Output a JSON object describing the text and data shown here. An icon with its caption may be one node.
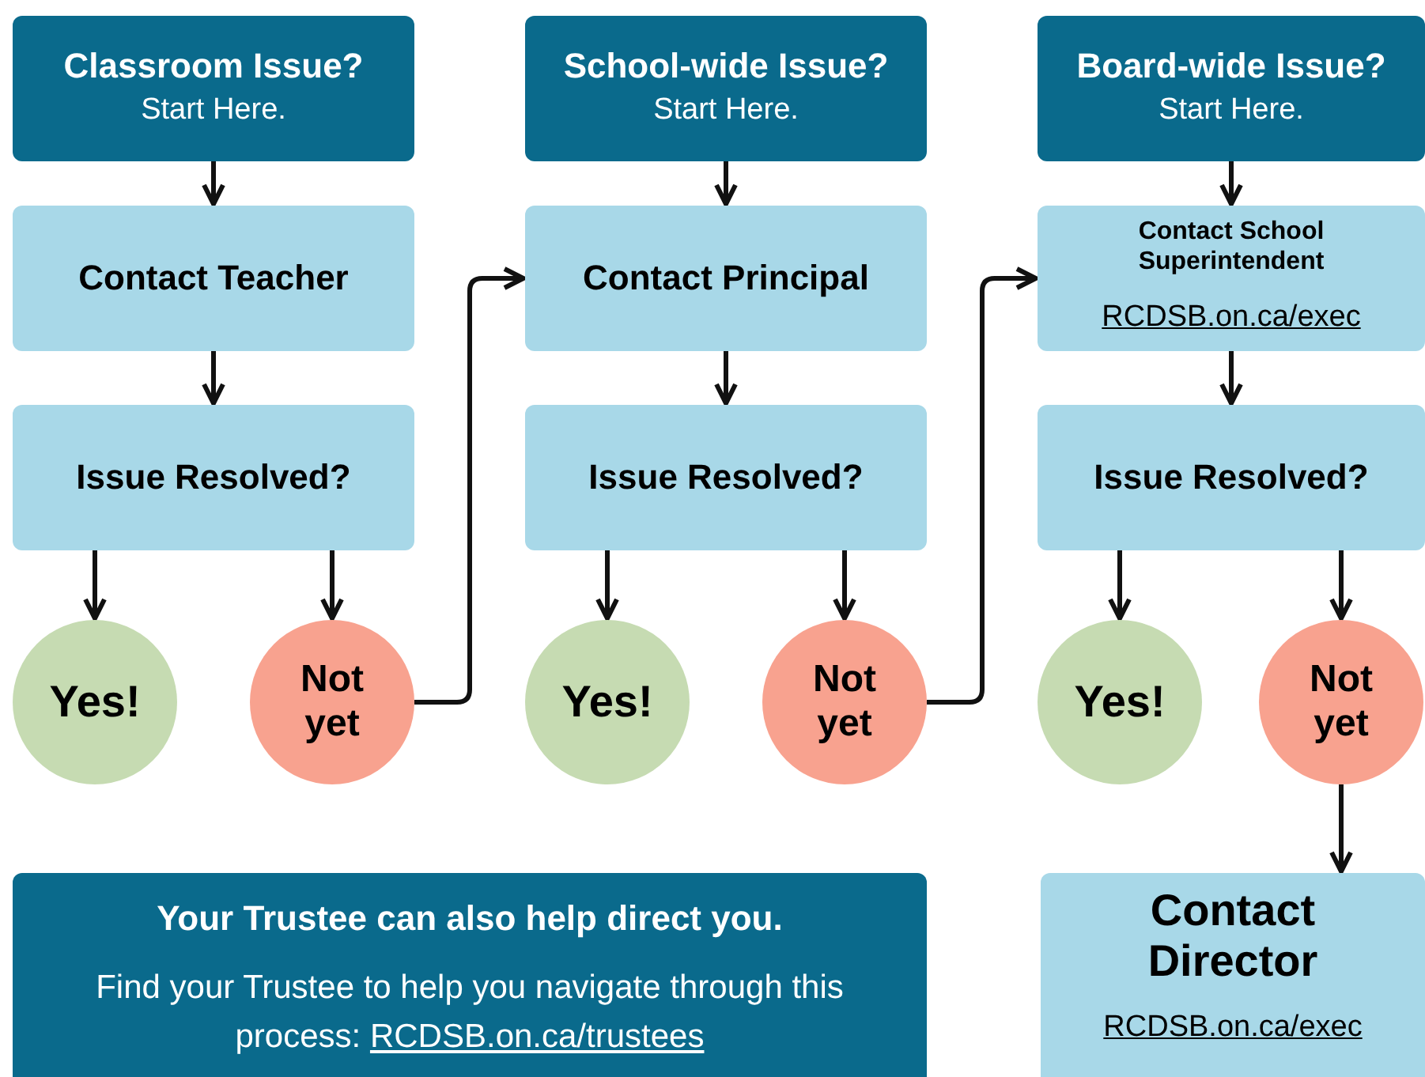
{
  "diagram": {
    "nodes": [
      {
        "text": [
          "Classroom Issue?",
          "Start Here."
        ]
      },
      {
        "text": [
          "Contact Teacher"
        ]
      },
      {
        "text": [
          "Issue Resolved?"
        ]
      },
      {
        "text": [
          "Yes!"
        ]
      },
      {
        "text": [
          "Not yet"
        ]
      },
      {
        "text": [
          "School-wide Issue?",
          "Start Here."
        ]
      },
      {
        "text": [
          "Contact Principal"
        ]
      },
      {
        "text": [
          "Issue Resolved?"
        ]
      },
      {
        "text": [
          "Yes!"
        ]
      },
      {
        "text": [
          "Not yet"
        ]
      },
      {
        "text": [
          "Board-wide Issue?",
          "Start Here."
        ]
      },
      {
        "text": [
          "Contact School Superintendent",
          "RCDSB.on.ca/exec"
        ]
      },
      {
        "text": [
          "Issue Resolved?"
        ]
      },
      {
        "text": [
          "Yes!"
        ]
      },
      {
        "text": [
          "Not yet"
        ]
      },
      {
        "text": [
          "Your Trustee can also help direct you.",
          "Find your Trustee to help you navigate through this process:",
          "RCDSB.on.ca/trustees"
        ]
      },
      {
        "text": [
          "Contact Director",
          "RCDSB.on.ca/exec"
        ]
      }
    ],
    "edges": [
      {
        "from": 0,
        "to": 1,
        "arrow": "to"
      },
      {
        "from": 1,
        "to": 2,
        "arrow": "to"
      },
      {
        "from": 2,
        "to": 3,
        "arrow": "to"
      },
      {
        "from": 2,
        "to": 4,
        "arrow": "to"
      },
      {
        "from": 4,
        "to": 6,
        "arrow": "to"
      },
      {
        "from": 5,
        "to": 6,
        "arrow": "to"
      },
      {
        "from": 6,
        "to": 7,
        "arrow": "to"
      },
      {
        "from": 7,
        "to": 8,
        "arrow": "to"
      },
      {
        "from": 7,
        "to": 9,
        "arrow": "to"
      },
      {
        "from": 9,
        "to": 11,
        "arrow": "to"
      },
      {
        "from": 10,
        "to": 11,
        "arrow": "to"
      },
      {
        "from": 11,
        "to": 12,
        "arrow": "to"
      },
      {
        "from": 12,
        "to": 13,
        "arrow": "to"
      },
      {
        "from": 12,
        "to": 14,
        "arrow": "to"
      },
      {
        "from": 14,
        "to": 16,
        "arrow": "to"
      }
    ]
  }
}
